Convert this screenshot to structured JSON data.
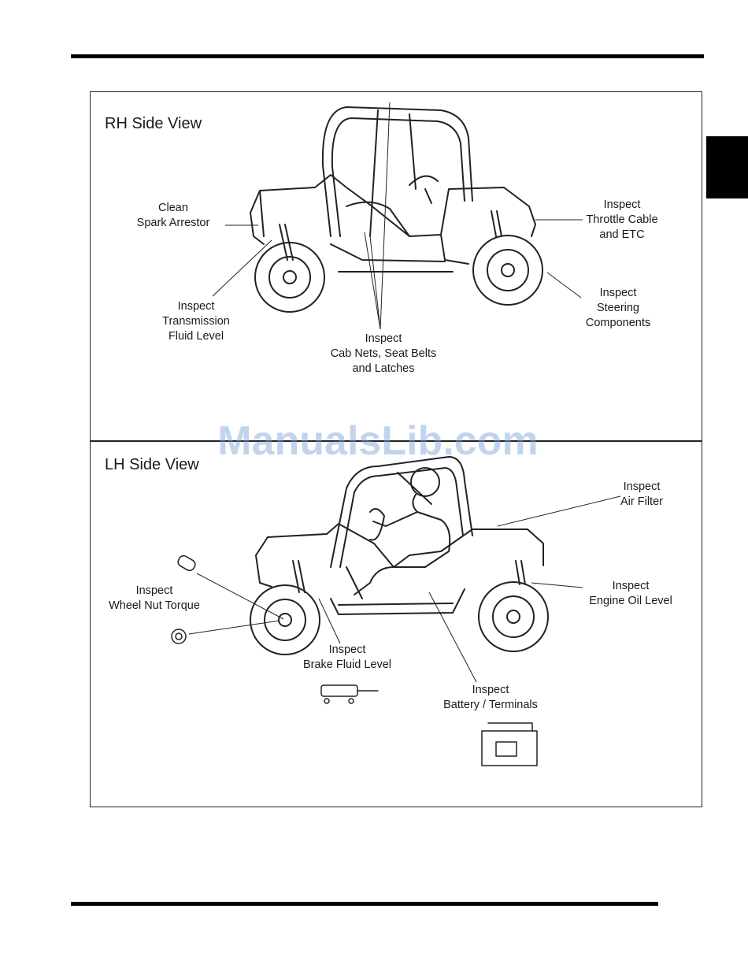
{
  "rh_view": {
    "title": "RH Side View",
    "callouts": {
      "spark_arrestor": [
        "Clean",
        "Spark Arrestor"
      ],
      "throttle_cable": [
        "Inspect",
        "Throttle Cable",
        "and ETC"
      ],
      "steering": [
        "Inspect",
        "Steering",
        "Components"
      ],
      "transmission": [
        "Inspect",
        "Transmission",
        "Fluid Level"
      ],
      "cab_nets": [
        "Inspect",
        "Cab Nets, Seat Belts",
        "and Latches"
      ]
    }
  },
  "lh_view": {
    "title": "LH Side View",
    "callouts": {
      "air_filter": [
        "Inspect",
        "Air Filter"
      ],
      "wheel_nut": [
        "Inspect",
        "Wheel Nut Torque"
      ],
      "engine_oil": [
        "Inspect",
        "Engine Oil Level"
      ],
      "brake_fluid": [
        "Inspect",
        "Brake Fluid Level"
      ],
      "battery": [
        "Inspect",
        "Battery / Terminals"
      ]
    }
  },
  "watermark": "ManualsLib.com"
}
